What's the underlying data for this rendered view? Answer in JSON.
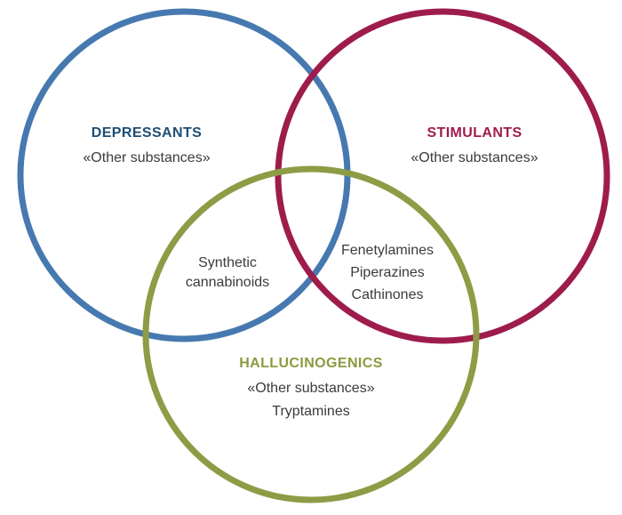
{
  "diagram": {
    "type": "venn",
    "colors": {
      "depressants_circle": "#4679af",
      "stimulants_circle": "#9e1c4c",
      "hallucinogenics_circle": "#8d9c45",
      "depressants_label": "#1d4e75",
      "stimulants_label": "#a01d4e",
      "hallucinogenics_label": "#8a9b3f",
      "body_text": "#3b3b3b"
    },
    "depressants": {
      "label": "DEPRESSANTS",
      "item": "«Other substances»"
    },
    "stimulants": {
      "label": "STIMULANTS",
      "item": "«Other substances»"
    },
    "hallucinogenics": {
      "label": "HALLUCINOGENICS",
      "items": [
        "«Other substances»",
        "Tryptamines"
      ]
    },
    "overlap_depressants_hallucinogenics": {
      "lines": [
        "Synthetic",
        "cannabinoids"
      ]
    },
    "overlap_stimulants_hallucinogenics": {
      "items": [
        "Fenetylamines",
        "Piperazines",
        "Cathinones"
      ]
    }
  }
}
